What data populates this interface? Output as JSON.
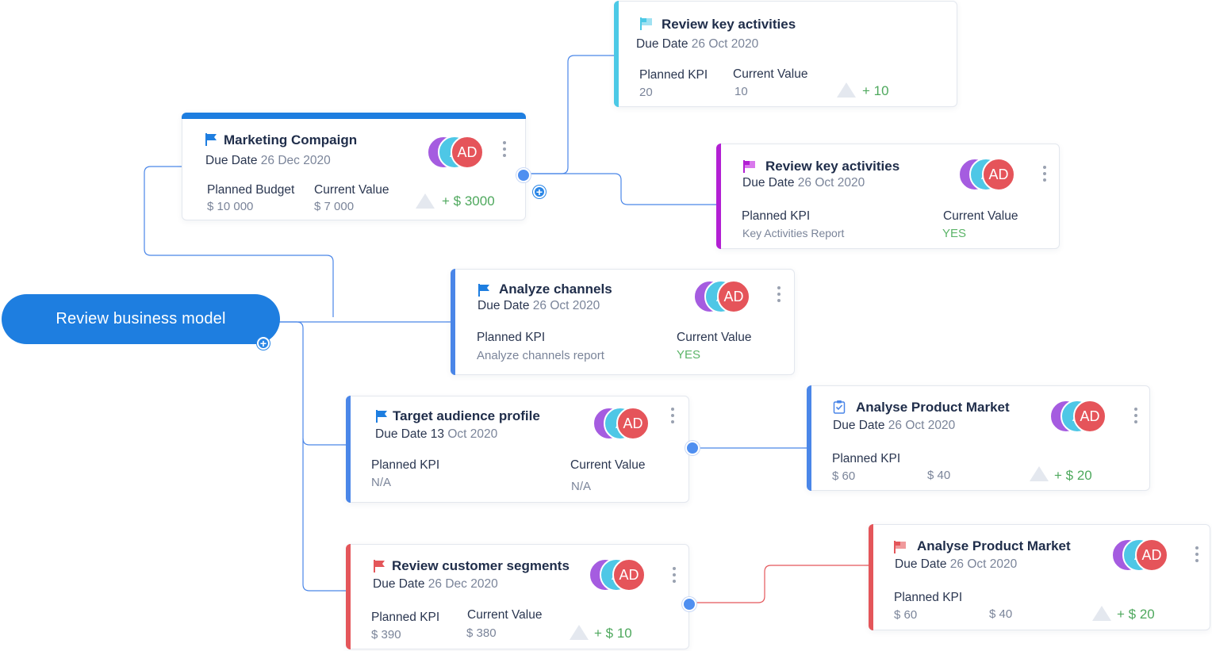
{
  "colors": {
    "primary": "#1e7ee0",
    "cyan": "#4cc9e6",
    "magenta": "#b21fd3",
    "blue": "#4a86e8",
    "red": "#e4565a",
    "positive": "#4ea85d",
    "avatar_purple": "#a55ce0",
    "avatar_cyan": "#4ec7e6",
    "avatar_red": "#e5545a"
  },
  "root": {
    "label": "Review business model"
  },
  "avatars": [
    "A",
    "A",
    "AD"
  ],
  "cards": {
    "marketing": {
      "title": "Marketing Compaign",
      "due_label": "Due Date",
      "due_value": "26 Dec 2020",
      "planned_label": "Planned Budget",
      "planned_value": "$ 10 000",
      "current_label": "Current Value",
      "current_value": "$ 7 000",
      "gain": "+ $ 3000",
      "flag_icon": "flag-icon"
    },
    "review_top": {
      "title": "Review key activities",
      "due_label": "Due Date",
      "due_value": "26 Oct 2020",
      "planned_label": "Planned KPI",
      "planned_value": "20",
      "current_label": "Current Value",
      "current_value": "10",
      "gain": "+ 10",
      "flag_icon": "flag-icon"
    },
    "review_mid": {
      "title": "Review key activities",
      "due_label": "Due Date",
      "due_value": "26 Oct 2020",
      "planned_label": "Planned KPI",
      "planned_value": "Key Activities Report",
      "current_label": "Current Value",
      "current_value": "YES",
      "flag_icon": "flag-icon"
    },
    "analyze": {
      "title": "Analyze channels",
      "due_label": "Due Date",
      "due_value": "26 Oct 2020",
      "planned_label": "Planned KPI",
      "planned_value": "Analyze channels report",
      "current_label": "Current Value",
      "current_value": "YES",
      "flag_icon": "flag-icon"
    },
    "target": {
      "title": "Target audience profile",
      "due_label": "Due Date",
      "due_value_day": "13",
      "due_value": "Oct 2020",
      "planned_label": "Planned KPI",
      "planned_value": "N/A",
      "current_label": "Current Value",
      "current_value": "N/A",
      "flag_icon": "flag-icon"
    },
    "product1": {
      "title": "Analyse Product Market",
      "due_label": "Due Date",
      "due_value": "26 Oct 2020",
      "planned_label": "Planned KPI",
      "planned_value": "$ 60",
      "current_value": "$ 40",
      "gain": "+ $ 20",
      "flag_icon": "clipboard-icon"
    },
    "segments": {
      "title": "Review customer segments",
      "due_label": "Due Date",
      "due_value": "26 Dec 2020",
      "planned_label": "Planned KPI",
      "planned_value": "$ 390",
      "current_label": "Current Value",
      "current_value": "$ 380",
      "gain": "+ $ 10",
      "flag_icon": "flag-icon"
    },
    "product2": {
      "title": "Analyse Product Market",
      "due_label": "Due Date",
      "due_value": "26 Oct 2020",
      "planned_label": "Planned KPI",
      "planned_value": "$ 60",
      "current_value": "$ 40",
      "gain": "+ $ 20",
      "flag_icon": "flag-icon"
    }
  }
}
